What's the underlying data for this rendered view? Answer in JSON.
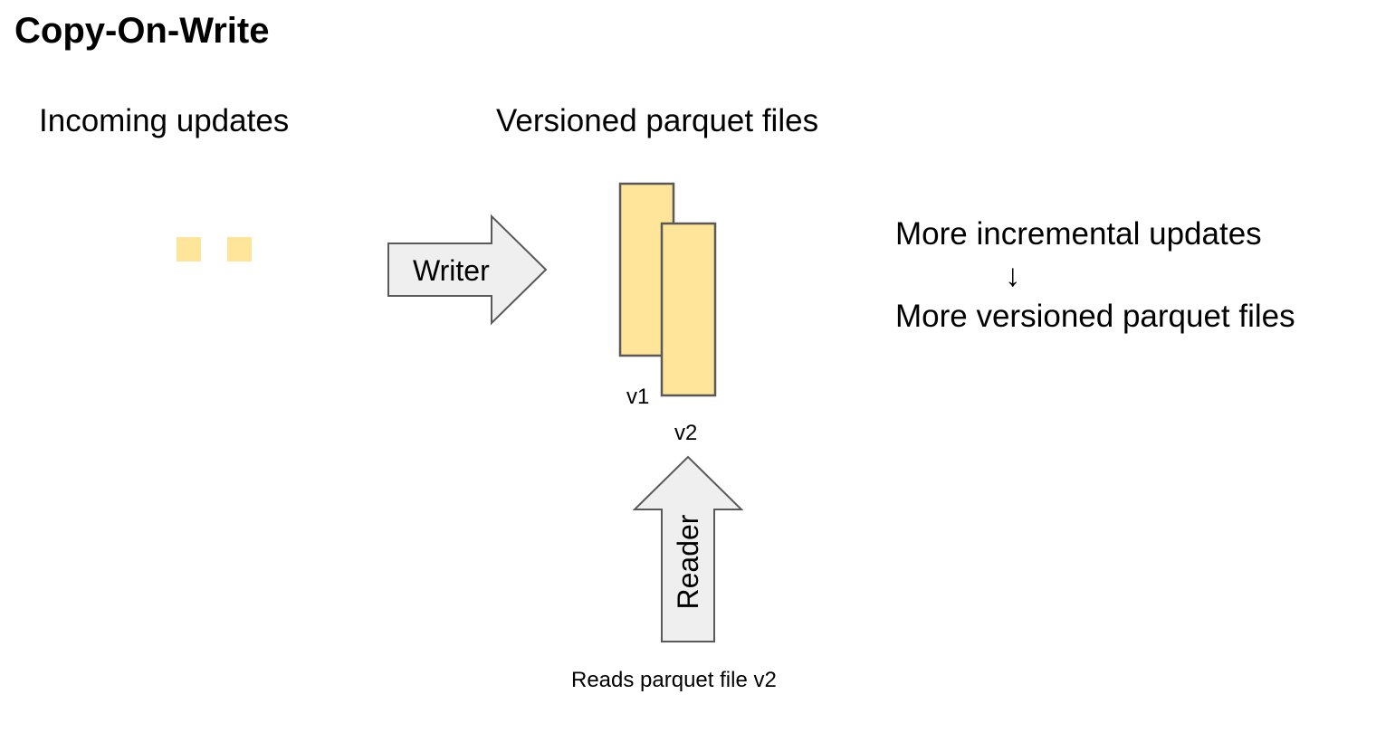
{
  "title": "Copy-On-Write",
  "headings": {
    "incoming": "Incoming updates",
    "versioned": "Versioned parquet files"
  },
  "arrows": {
    "writer": "Writer",
    "reader": "Reader"
  },
  "files": [
    {
      "label": "v1"
    },
    {
      "label": "v2"
    }
  ],
  "reader_caption": "Reads parquet file v2",
  "notes": {
    "line1": "More incremental updates",
    "arrow": "↓",
    "line2": "More versioned parquet files"
  },
  "colors": {
    "file_fill": "#fee599",
    "file_stroke": "#595959",
    "arrow_fill": "#efefef",
    "arrow_stroke": "#595959"
  }
}
